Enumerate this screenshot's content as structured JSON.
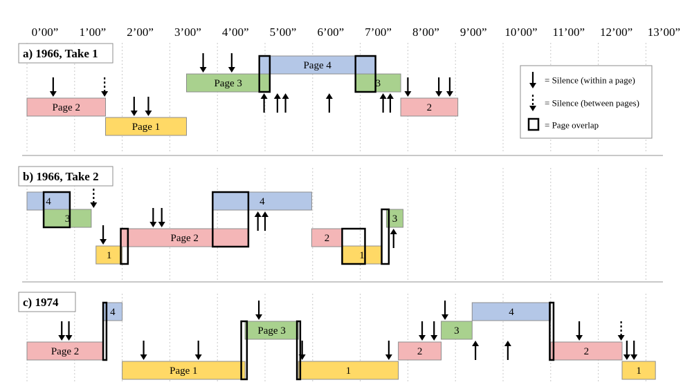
{
  "colors": {
    "page1": "#ffd966",
    "page2": "#f4b6b7",
    "page3": "#a9d18e",
    "page4": "#b4c7e7",
    "border": "#8c8c8c"
  },
  "time_labels": [
    "0’00”",
    "1’00”",
    "2’00”",
    "3’00”",
    "4’00”",
    "5’00”",
    "6’00”",
    "7’00”",
    "8’00”",
    "9’00”",
    "10’00”",
    "11’00”",
    "12’00”",
    "13’00”"
  ],
  "legend": {
    "solid_label": "= Silence (within a page)",
    "dashed_label": "= Silence (between pages)",
    "overlap_label": "= Page overlap"
  },
  "sections": [
    {
      "title": "a) 1966, Take 1",
      "bars": [
        {
          "page": "page2",
          "start": 0.0,
          "end": 1.65,
          "row": "r4",
          "label": "Page 2"
        },
        {
          "page": "page1",
          "start": 1.65,
          "end": 3.35,
          "row": "r5",
          "label": "Page 1"
        },
        {
          "page": "page3",
          "start": 3.35,
          "end": 5.1,
          "row": "r2",
          "label": "Page 3"
        },
        {
          "page": "page4",
          "start": 4.88,
          "end": 7.32,
          "row": "r1",
          "label": "Page 4"
        },
        {
          "page": "page3",
          "start": 6.9,
          "end": 7.85,
          "row": "r2",
          "label": "3"
        },
        {
          "page": "page2",
          "start": 7.85,
          "end": 9.05,
          "row": "r4",
          "label": "2"
        }
      ],
      "overlaps": [
        {
          "start": 4.88,
          "end": 5.1,
          "rows": [
            "r1",
            "r2"
          ]
        },
        {
          "start": 6.9,
          "end": 7.32,
          "rows": [
            "r1",
            "r2"
          ]
        }
      ],
      "arrows": [
        {
          "t": 0.55,
          "dir": "down",
          "row": "r4",
          "style": "solid"
        },
        {
          "t": 1.63,
          "dir": "down",
          "row": "r4",
          "style": "dashed"
        },
        {
          "t": 2.25,
          "dir": "down",
          "row": "r5",
          "style": "solid"
        },
        {
          "t": 2.55,
          "dir": "down",
          "row": "r5",
          "style": "solid"
        },
        {
          "t": 3.7,
          "dir": "down",
          "row": "r2",
          "style": "solid"
        },
        {
          "t": 4.3,
          "dir": "down",
          "row": "r2",
          "style": "solid"
        },
        {
          "t": 4.98,
          "dir": "up",
          "row": "r2",
          "style": "solid"
        },
        {
          "t": 5.26,
          "dir": "up",
          "row": "r2",
          "style": "solid"
        },
        {
          "t": 5.43,
          "dir": "up",
          "row": "r2",
          "style": "solid"
        },
        {
          "t": 6.35,
          "dir": "up",
          "row": "r2",
          "style": "solid"
        },
        {
          "t": 7.48,
          "dir": "up",
          "row": "r2",
          "style": "solid"
        },
        {
          "t": 7.63,
          "dir": "up",
          "row": "r2",
          "style": "solid"
        },
        {
          "t": 8.0,
          "dir": "down",
          "row": "r4",
          "style": "solid"
        },
        {
          "t": 8.65,
          "dir": "down",
          "row": "r4",
          "style": "solid"
        },
        {
          "t": 8.88,
          "dir": "down",
          "row": "r4",
          "style": "solid"
        }
      ]
    },
    {
      "title": "b) 1966, Take 2",
      "bars": [
        {
          "page": "page4",
          "start": 0.0,
          "end": 0.9,
          "row": "r1",
          "label": "4"
        },
        {
          "page": "page3",
          "start": 0.35,
          "end": 1.35,
          "row": "r2",
          "label": "3"
        },
        {
          "page": "page1",
          "start": 1.45,
          "end": 2.0,
          "row": "r4",
          "label": "1"
        },
        {
          "page": "page2",
          "start": 1.97,
          "end": 4.65,
          "row": "r3",
          "label": "Page 2"
        },
        {
          "page": "page4",
          "start": 3.9,
          "end": 5.98,
          "row": "r1",
          "label": "4"
        },
        {
          "page": "page2",
          "start": 5.98,
          "end": 6.62,
          "row": "r3",
          "label": "2"
        },
        {
          "page": "page1",
          "start": 6.62,
          "end": 7.45,
          "row": "r4",
          "label": "1"
        },
        {
          "page": "page3",
          "start": 7.55,
          "end": 7.9,
          "row": "r2",
          "label": "3"
        }
      ],
      "overlaps": [
        {
          "start": 0.35,
          "end": 0.9,
          "rows": [
            "r1",
            "r2"
          ]
        },
        {
          "start": 1.97,
          "end": 2.12,
          "rows": [
            "r3",
            "r4"
          ]
        },
        {
          "start": 3.9,
          "end": 4.65,
          "rows": [
            "r1",
            "r3"
          ]
        },
        {
          "start": 6.62,
          "end": 7.1,
          "rows": [
            "r3",
            "r4"
          ]
        },
        {
          "start": 7.45,
          "end": 7.6,
          "rows": [
            "r2",
            "r4"
          ]
        }
      ],
      "arrows": [
        {
          "t": 1.4,
          "dir": "down",
          "row": "r2",
          "style": "dashed"
        },
        {
          "t": 1.6,
          "dir": "down",
          "row": "r4",
          "style": "solid"
        },
        {
          "t": 2.65,
          "dir": "down",
          "row": "r3",
          "style": "solid"
        },
        {
          "t": 2.83,
          "dir": "down",
          "row": "r3",
          "style": "solid"
        },
        {
          "t": 4.85,
          "dir": "up",
          "row": "r1",
          "style": "solid"
        },
        {
          "t": 5.0,
          "dir": "up",
          "row": "r1",
          "style": "solid"
        },
        {
          "t": 7.7,
          "dir": "up",
          "row": "r2",
          "style": "solid"
        }
      ]
    },
    {
      "title": "c) 1974",
      "bars": [
        {
          "page": "page2",
          "start": 0.0,
          "end": 1.6,
          "row": "r4",
          "label": "Page 2"
        },
        {
          "page": "page4",
          "start": 1.6,
          "end": 2.0,
          "row": "r1",
          "label": "4"
        },
        {
          "page": "page1",
          "start": 2.0,
          "end": 4.58,
          "row": "r5",
          "label": "Page 1"
        },
        {
          "page": "page3",
          "start": 4.58,
          "end": 5.7,
          "row": "r2",
          "label": "Page 3"
        },
        {
          "page": "page1",
          "start": 5.7,
          "end": 7.8,
          "row": "r5",
          "label": "1"
        },
        {
          "page": "page2",
          "start": 7.8,
          "end": 8.7,
          "row": "r4",
          "label": "2"
        },
        {
          "page": "page3",
          "start": 8.7,
          "end": 9.35,
          "row": "r2",
          "label": "3"
        },
        {
          "page": "page4",
          "start": 9.35,
          "end": 11.0,
          "row": "r1",
          "label": "4"
        },
        {
          "page": "page2",
          "start": 11.0,
          "end": 12.5,
          "row": "r4",
          "label": "2"
        },
        {
          "page": "page1",
          "start": 12.5,
          "end": 13.2,
          "row": "r5",
          "label": "1"
        }
      ],
      "overlaps": [
        {
          "start": 1.6,
          "end": 1.67,
          "rows": [
            "r1",
            "r4"
          ]
        },
        {
          "start": 4.5,
          "end": 4.62,
          "rows": [
            "r2",
            "r5"
          ]
        },
        {
          "start": 5.67,
          "end": 5.74,
          "rows": [
            "r2",
            "r5"
          ]
        },
        {
          "start": 10.98,
          "end": 11.06,
          "rows": [
            "r1",
            "r4"
          ]
        }
      ],
      "arrows": [
        {
          "t": 0.73,
          "dir": "down",
          "row": "r4",
          "style": "solid"
        },
        {
          "t": 0.88,
          "dir": "down",
          "row": "r4",
          "style": "solid"
        },
        {
          "t": 2.45,
          "dir": "down",
          "row": "r5",
          "style": "solid"
        },
        {
          "t": 3.6,
          "dir": "down",
          "row": "r5",
          "style": "solid"
        },
        {
          "t": 4.87,
          "dir": "down",
          "row": "r2",
          "style": "solid"
        },
        {
          "t": 5.78,
          "dir": "down",
          "row": "r5",
          "style": "solid"
        },
        {
          "t": 7.6,
          "dir": "down",
          "row": "r5",
          "style": "solid"
        },
        {
          "t": 8.3,
          "dir": "down",
          "row": "r4",
          "style": "solid"
        },
        {
          "t": 8.55,
          "dir": "down",
          "row": "r4",
          "style": "solid"
        },
        {
          "t": 8.78,
          "dir": "down",
          "row": "r2",
          "style": "solid"
        },
        {
          "t": 9.42,
          "dir": "up",
          "row": "r2",
          "style": "solid"
        },
        {
          "t": 10.1,
          "dir": "up",
          "row": "r2",
          "style": "solid"
        },
        {
          "t": 11.6,
          "dir": "down",
          "row": "r4",
          "style": "solid"
        },
        {
          "t": 12.48,
          "dir": "down",
          "row": "r4",
          "style": "dashed"
        },
        {
          "t": 12.6,
          "dir": "down",
          "row": "r5",
          "style": "solid"
        },
        {
          "t": 12.75,
          "dir": "down",
          "row": "r5",
          "style": "solid"
        }
      ]
    }
  ]
}
